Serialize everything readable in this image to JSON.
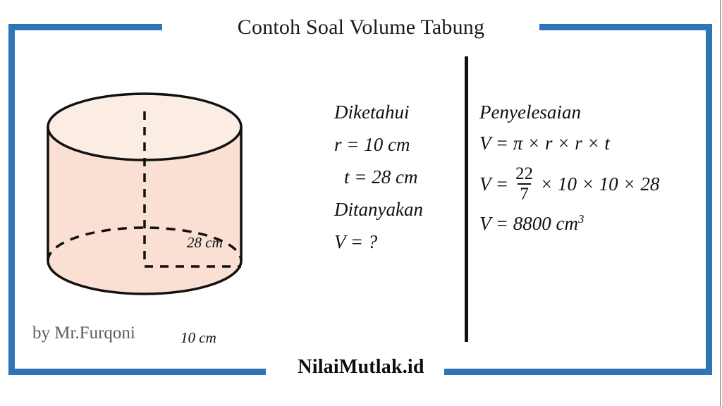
{
  "title": "Contoh Soal Volume Tabung",
  "brand": "NilaiMutlak.id",
  "credit": "by Mr.Furqoni",
  "colors": {
    "frame_blue": "#2e75b6",
    "cylinder_body": "#f9e0d2",
    "cylinder_top": "#fcede4",
    "outline": "#111111",
    "credit_grey": "#5c5c5c"
  },
  "figure": {
    "name": "cylinder-diagram",
    "height_label": "28 cm",
    "radius_label": "10 cm"
  },
  "given": {
    "heading": "Diketahui",
    "radius": "r = 10 cm",
    "height": "t = 28 cm",
    "asked_heading": "Ditanyakan",
    "asked": "V = ?"
  },
  "solution": {
    "heading": "Penyelesaian",
    "formula": "V = π × r × r × t",
    "substitution": {
      "lhs": "V =",
      "numerator": "22",
      "denominator": "7",
      "rhs": "× 10 × 10 × 28"
    },
    "result_lhs": "V = 8800 cm",
    "result_exponent": "3"
  }
}
